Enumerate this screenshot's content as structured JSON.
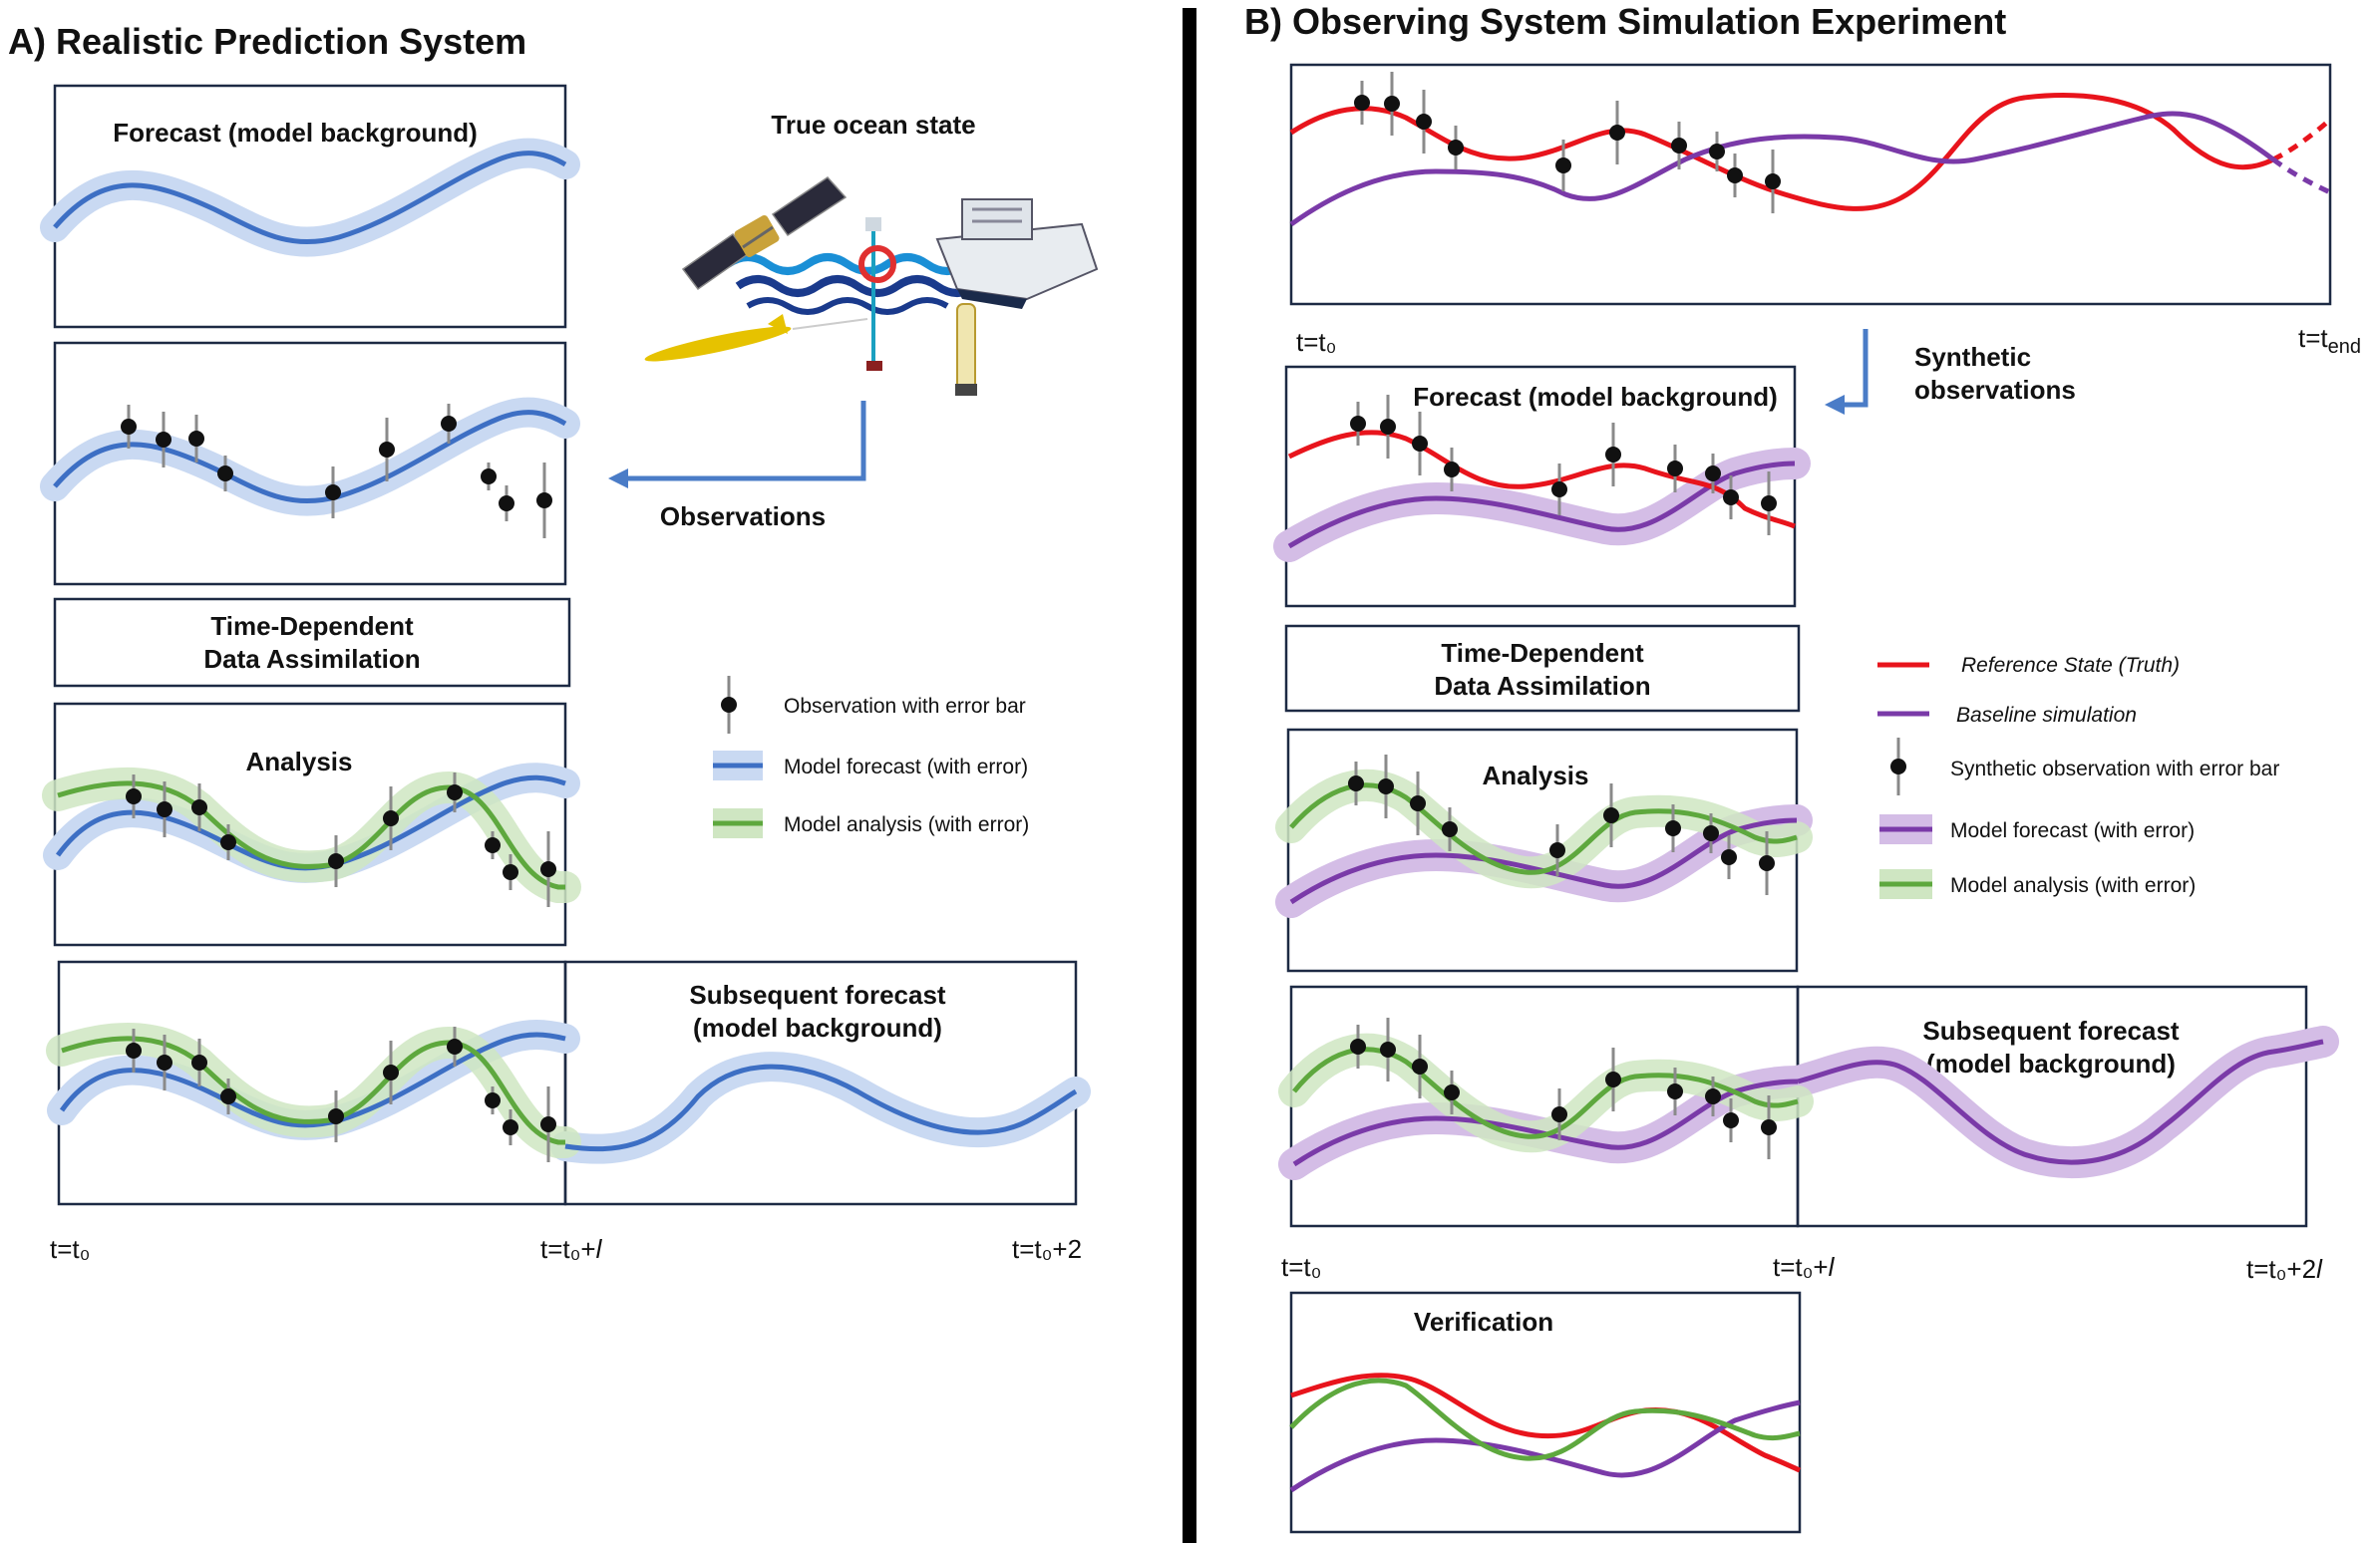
{
  "panel_a": {
    "title": "A) Realistic Prediction System",
    "forecast_title": "Forecast (model background)",
    "true_state_title": "True ocean state",
    "observations_label": "Observations",
    "da_line1": "Time-Dependent",
    "da_line2": "Data Assimilation",
    "analysis_title": "Analysis",
    "subsequent_line1": "Subsequent forecast",
    "subsequent_line2": "(model background)",
    "legend": {
      "obs": "Observation with error bar",
      "forecast": "Model forecast (with error)",
      "analysis": "Model analysis (with error)"
    },
    "time_labels": {
      "t0": "t=t₀",
      "t1": "t=t₀+",
      "t1_suffix": "l",
      "t2": "t=t₀+2"
    }
  },
  "panel_b": {
    "title": "B) Observing System Simulation Experiment",
    "t_start": "t=t₀",
    "t_end_prefix": "t=t",
    "t_end_sub": "end",
    "synthetic_line1": "Synthetic",
    "synthetic_line2": "observations",
    "forecast_title": "Forecast (model background)",
    "da_line1": "Time-Dependent",
    "da_line2": "Data Assimilation",
    "analysis_title": "Analysis",
    "subsequent_line1": "Subsequent forecast",
    "subsequent_line2": "(model background)",
    "verification_title": "Verification",
    "legend": {
      "reference": "Reference State (Truth)",
      "baseline": "Baseline simulation",
      "obs": "Synthetic observation with error bar",
      "forecast": "Model forecast (with error)",
      "analysis": "Model analysis (with error)"
    },
    "time_labels": {
      "t0": "t=t₀",
      "t1": "t=t₀+",
      "t1_suffix": "l",
      "t2": "t=t₀+2",
      "t2_suffix": "l"
    }
  },
  "colors": {
    "forecast_blue": "#3d6fc4",
    "forecast_band": "#c9d9f2",
    "analysis_green": "#5ea83e",
    "analysis_band": "#cfe6c2",
    "truth_red": "#e8141c",
    "baseline_purple": "#7a3aa8",
    "purple_band": "#d4bde6",
    "arrow_blue": "#4a7cc7",
    "frame": "#1d2a44"
  }
}
